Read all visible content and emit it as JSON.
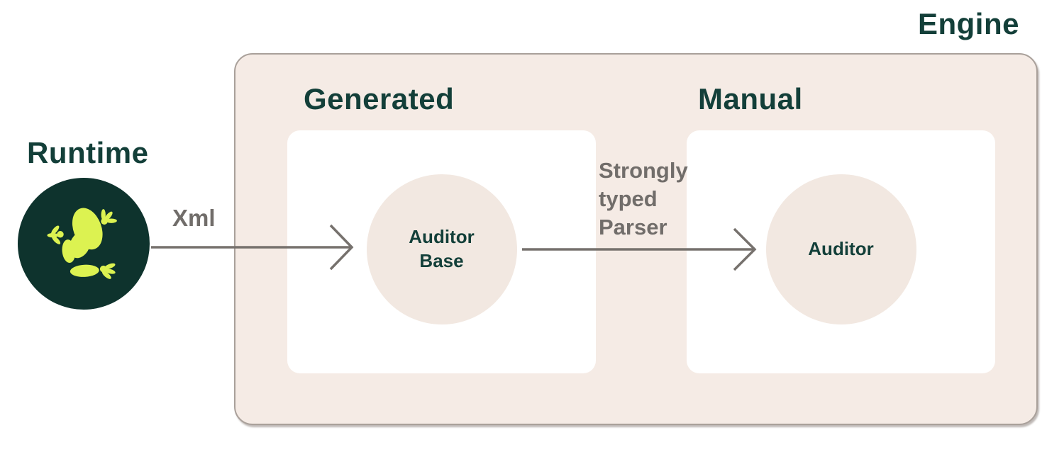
{
  "engine": {
    "label": "Engine",
    "sections": {
      "generated": {
        "label": "Generated",
        "node_label": "Auditor Base"
      },
      "manual": {
        "label": "Manual",
        "node_label": "Auditor"
      }
    }
  },
  "runtime": {
    "label": "Runtime",
    "icon": "frog-icon"
  },
  "arrows": {
    "xml": {
      "label": "Xml"
    },
    "parser": {
      "label": "Strongly typed Parser"
    }
  },
  "colors": {
    "teal": "#133F39",
    "graytext": "#716D6A",
    "arrow": "#76716D",
    "panel": "#F5EBE5",
    "circle": "#F2E8E1",
    "panelBorder": "#A9A09A",
    "frog": "#DCF251",
    "frogBg": "#0E332D"
  }
}
